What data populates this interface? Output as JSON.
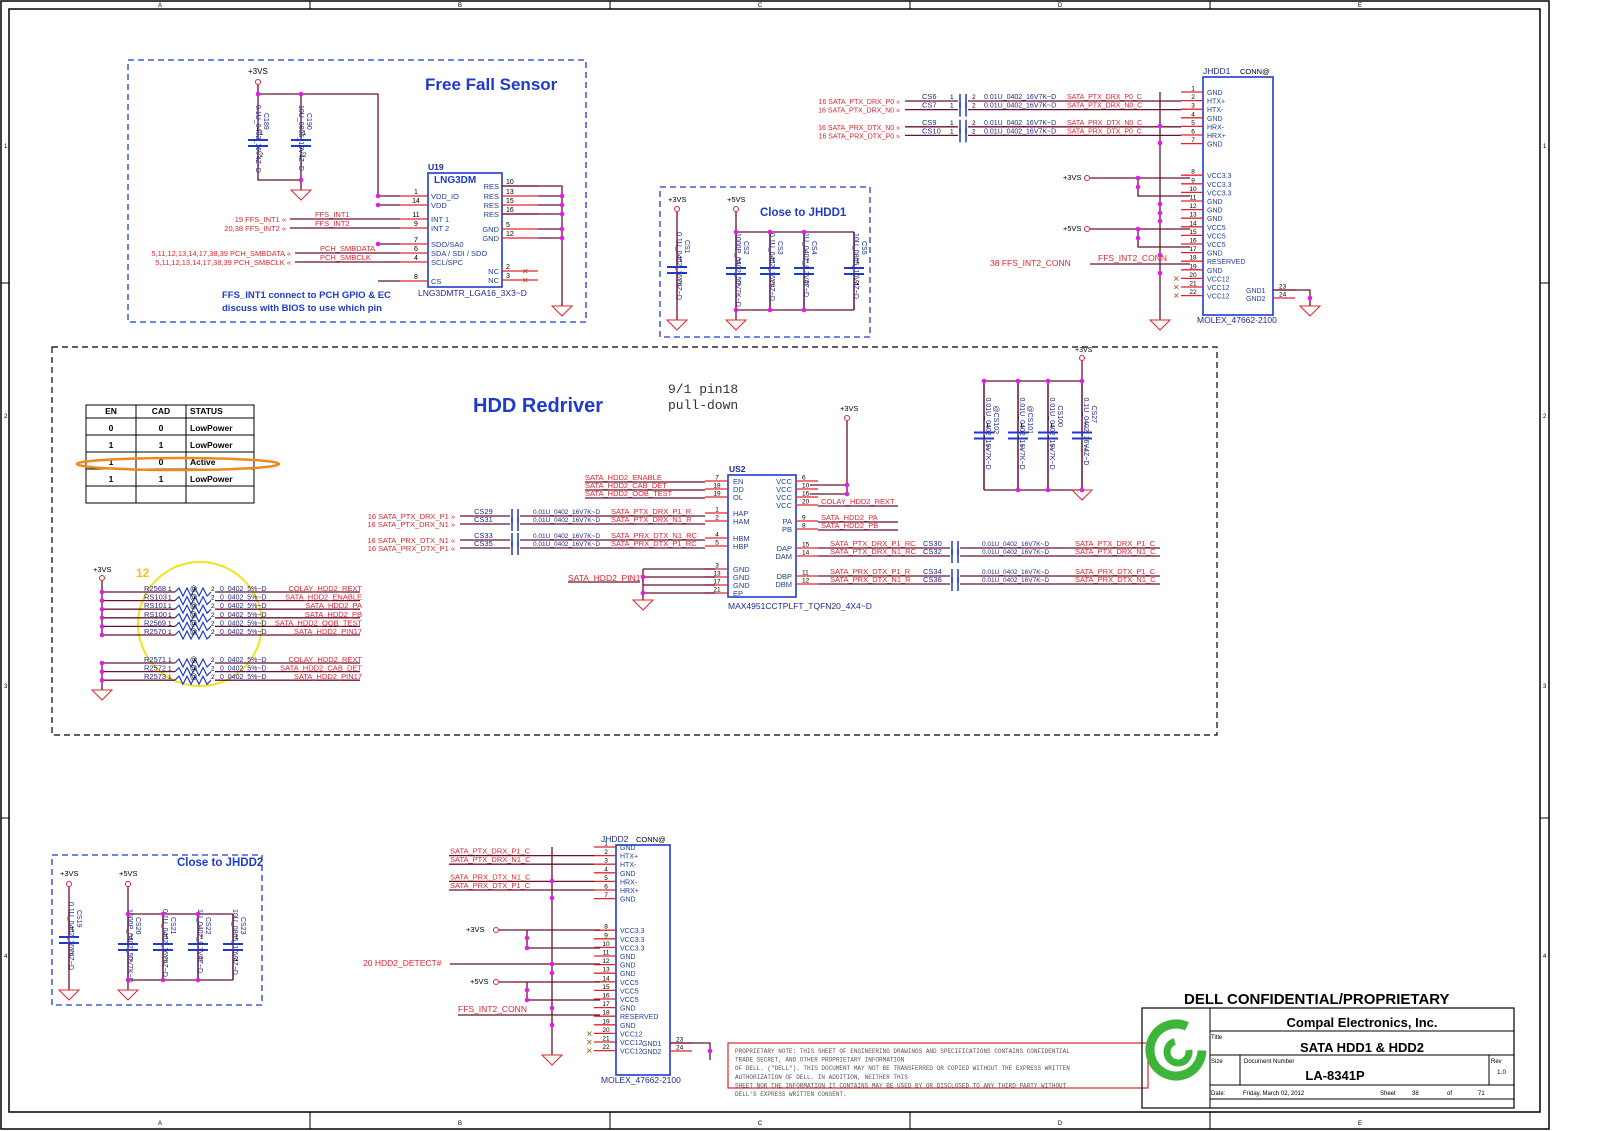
{
  "frame": {
    "col_labels": [
      "A",
      "B",
      "C",
      "D",
      "E"
    ],
    "row_labels": [
      "1",
      "2",
      "3",
      "4"
    ]
  },
  "free_fall": {
    "title": "Free Fall Sensor",
    "power": "+3VS",
    "note_line1": "FFS_INT1 connect to PCH GPIO & EC",
    "note_line2": "discuss with BIOS to use which pin",
    "caps": [
      {
        "ref": "C189",
        "value": "0.1U_0402_16V4Z~D"
      },
      {
        "ref": "C190",
        "value": "10U_0805_10V4Z~D"
      }
    ],
    "ic": {
      "ref": "U19",
      "name": "LNG3DM",
      "footprint": "LNG3DMTR_LGA16_3X3~D",
      "left_pins": [
        {
          "num": "1",
          "name": "VDD_IO"
        },
        {
          "num": "14",
          "name": "VDD"
        },
        {
          "num": "11",
          "name": "INT 1"
        },
        {
          "num": "9",
          "name": "INT 2"
        },
        {
          "num": "7",
          "name": "SDO/SA0"
        },
        {
          "num": "6",
          "name": "SDA / SDI / SDO"
        },
        {
          "num": "4",
          "name": "SCL/SPC"
        },
        {
          "num": "8",
          "name": "CS"
        }
      ],
      "right_pins": [
        {
          "num": "10",
          "name": "RES"
        },
        {
          "num": "13",
          "name": "RES"
        },
        {
          "num": "15",
          "name": "RES"
        },
        {
          "num": "16",
          "name": "RES"
        },
        {
          "num": "5",
          "name": "GND"
        },
        {
          "num": "12",
          "name": "GND"
        },
        {
          "num": "2",
          "name": "NC"
        },
        {
          "num": "3",
          "name": "NC"
        }
      ]
    },
    "nets": [
      {
        "page": "19",
        "name": "FFS_INT1",
        "wire": "FFS_INT1"
      },
      {
        "page": "20,38",
        "name": "FFS_INT2",
        "wire": "FFS_INT2"
      },
      {
        "page": "5,11,12,13,14,17,38,39",
        "name": "PCH_SMBDATA",
        "wire": "PCH_SMBDATA"
      },
      {
        "page": "5,11,12,13,14,17,38,39",
        "name": "PCH_SMBCLK",
        "wire": "PCH_SMBCLK"
      }
    ]
  },
  "close_jhdd1": {
    "title": "Close to JHDD1",
    "power3": "+3VS",
    "power5": "+5VS",
    "caps": [
      {
        "ref": "CS1",
        "value": "0.1U_0402_16V4Z~D"
      },
      {
        "ref": "CS2",
        "value": "1000P_0402_50V7K~D"
      },
      {
        "ref": "CS3",
        "value": "0.1U_0402_16V4Z~D"
      },
      {
        "ref": "CS4",
        "value": "1U_0402_6.3V4Z~D"
      },
      {
        "ref": "CS5",
        "value": "10U_0805_10V4Z~D"
      }
    ]
  },
  "jhdd1": {
    "ref": "JHDD1",
    "tag": "CONN@",
    "footprint": "MOLEX_47662-2100",
    "pins": [
      {
        "num": "1",
        "name": "GND"
      },
      {
        "num": "2",
        "name": "HTX+"
      },
      {
        "num": "3",
        "name": "HTX-"
      },
      {
        "num": "4",
        "name": "GND"
      },
      {
        "num": "5",
        "name": "HRX-"
      },
      {
        "num": "6",
        "name": "HRX+"
      },
      {
        "num": "7",
        "name": "GND"
      },
      {
        "num": "8",
        "name": "VCC3.3"
      },
      {
        "num": "9",
        "name": "VCC3.3"
      },
      {
        "num": "10",
        "name": "VCC3.3"
      },
      {
        "num": "11",
        "name": "GND"
      },
      {
        "num": "12",
        "name": "GND"
      },
      {
        "num": "13",
        "name": "GND"
      },
      {
        "num": "14",
        "name": "VCC5"
      },
      {
        "num": "15",
        "name": "VCC5"
      },
      {
        "num": "16",
        "name": "VCC5"
      },
      {
        "num": "17",
        "name": "GND"
      },
      {
        "num": "18",
        "name": "RESERVED"
      },
      {
        "num": "19",
        "name": "GND"
      },
      {
        "num": "20",
        "name": "VCC12"
      },
      {
        "num": "21",
        "name": "VCC12"
      },
      {
        "num": "22",
        "name": "VCC12"
      }
    ],
    "right_pins": [
      {
        "num": "23",
        "name": "GND1"
      },
      {
        "num": "24",
        "name": "GND2"
      }
    ],
    "power3": "+3VS",
    "power5": "+5VS",
    "sata_nets": [
      {
        "page": "16",
        "name": "SATA_PTX_DRX_P0",
        "cap": "CS6",
        "pin1": "1",
        "pin2": "2",
        "value": "0.01U_0402_16V7K~D",
        "out": "SATA_PTX_DRX_P0_C"
      },
      {
        "page": "16",
        "name": "SATA_PTX_DRX_N0",
        "cap": "CS7",
        "pin1": "1",
        "pin2": "2",
        "value": "0.01U_0402_16V7K~D",
        "out": "SATA_PTX_DRX_N0_C"
      },
      {
        "page": "16",
        "name": "SATA_PRX_DTX_N0",
        "cap": "CS9",
        "pin1": "1",
        "pin2": "2",
        "value": "0.01U_0402_16V7K~D",
        "out": "SATA_PRX_DTX_N0_C"
      },
      {
        "page": "16",
        "name": "SATA_PRX_DTX_P0",
        "cap": "CS10",
        "pin1": "1",
        "pin2": "2",
        "value": "0.01U_0402_16V7K~D",
        "out": "SATA_PRX_DTX_P0_C"
      }
    ],
    "ffs_page": "38",
    "ffs_net": "FFS_INT2_CONN",
    "ffs_wire": "FFS_INT2_CONN"
  },
  "redriver": {
    "title": "HDD Redriver",
    "note_line1": "9/1 pin18",
    "note_line2": "pull-down",
    "table": {
      "headers": [
        "EN",
        "CAD",
        "STATUS"
      ],
      "rows": [
        [
          "0",
          "0",
          "LowPower"
        ],
        [
          "1",
          "1",
          "LowPower"
        ],
        [
          "1",
          "0",
          "Active"
        ],
        [
          "1",
          "1",
          "LowPower"
        ],
        [
          "",
          "",
          ""
        ]
      ],
      "highlighted_row": 2
    },
    "power": "+3VS",
    "ic": {
      "ref": "US2",
      "footprint": "MAX4951CCTPLFT_TQFN20_4X4~D",
      "left_pins": [
        {
          "num": "7",
          "name": "EN"
        },
        {
          "num": "18",
          "name": "DD"
        },
        {
          "num": "19",
          "name": "OL"
        },
        {
          "num": "1",
          "name": "HAP"
        },
        {
          "num": "2",
          "name": "HAM"
        },
        {
          "num": "4",
          "name": "HBM"
        },
        {
          "num": "5",
          "name": "HBP"
        },
        {
          "num": "3",
          "name": "GND"
        },
        {
          "num": "13",
          "name": "GND"
        },
        {
          "num": "17",
          "name": "GND"
        },
        {
          "num": "21",
          "name": "EP"
        }
      ],
      "right_pins": [
        {
          "num": "6",
          "name": "VCC"
        },
        {
          "num": "10",
          "name": "VCC"
        },
        {
          "num": "16",
          "name": "VCC"
        },
        {
          "num": "20",
          "name": "VCC"
        },
        {
          "num": "9",
          "name": "PA"
        },
        {
          "num": "8",
          "name": "PB"
        },
        {
          "num": "15",
          "name": "DAP"
        },
        {
          "num": "14",
          "name": "DAM"
        },
        {
          "num": "11",
          "name": "DBP"
        },
        {
          "num": "12",
          "name": "DBM"
        }
      ]
    },
    "ctrl_nets": [
      "SATA_HDD2_ENABLE",
      "SATA_HDD2_CAB_DET",
      "SATA_HDD2_OOB_TEST"
    ],
    "pin17_net": "SATA_HDD2_PIN17",
    "right_nets": [
      "COLAY_HDD2_REXT",
      "SATA_HDD2_PA",
      "SATA_HDD2_PB"
    ],
    "input_nets": [
      {
        "page": "16",
        "name": "SATA_PTX_DRX_P1",
        "cap": "CS29",
        "value": "0.01U_0402_16V7K~D",
        "out": "SATA_PTX_DRX_P1_R"
      },
      {
        "page": "16",
        "name": "SATA_PTX_DRX_N1",
        "cap": "CS31",
        "value": "0.01U_0402_16V7K~D",
        "out": "SATA_PTX_DRX_N1_R"
      },
      {
        "page": "16",
        "name": "SATA_PRX_DTX_N1",
        "cap": "CS33",
        "value": "0.01U_0402_16V7K~D",
        "out": "SATA_PRX_DTX_N1_RC"
      },
      {
        "page": "16",
        "name": "SATA_PRX_DTX_P1",
        "cap": "CS35",
        "value": "0.01U_0402_16V7K~D",
        "out": "SATA_PRX_DTX_P1_RC"
      }
    ],
    "output_nets": [
      {
        "in": "SATA_PTX_DRX_P1_RC",
        "cap": "CS30",
        "value": "0.01U_0402_16V7K~D",
        "out": "SATA_PTX_DRX_P1_C"
      },
      {
        "in": "SATA_PTX_DRX_N1_RC",
        "cap": "CS32",
        "value": "0.01U_0402_16V7K~D",
        "out": "SATA_PTX_DRX_N1_C"
      },
      {
        "in": "SATA_PRX_DTX_P1_R",
        "cap": "CS34",
        "value": "0.01U_0402_16V7K~D",
        "out": "SATA_PRX_DTX_P1_C"
      },
      {
        "in": "SATA_PRX_DTX_N1_R",
        "cap": "CS36",
        "value": "0.01U_0402_16V7K~D",
        "out": "SATA_PRX_DTX_N1_C"
      }
    ],
    "decoupling": [
      {
        "ref": "CS102",
        "value": "0.01U_0402_16V7K~D",
        "at": true
      },
      {
        "ref": "CS101",
        "value": "0.01U_0402_16V7K~D",
        "at": true
      },
      {
        "ref": "CS100",
        "value": "0.01U_0402_16V7K~D",
        "at": false
      },
      {
        "ref": "CS27",
        "value": "0.1U_0402_16V4Z~D",
        "at": false
      }
    ],
    "annotation_number": "12",
    "pullups": [
      {
        "ref": "R2568",
        "value": "0_0402_5%~D",
        "net": "COLAY_HDD2_REXT"
      },
      {
        "ref": "RS103",
        "value": "0_0402_5%~D",
        "net": "SATA_HDD2_ENABLE"
      },
      {
        "ref": "RS101",
        "value": "0_0402_5%~D",
        "net": "SATA_HDD2_PA"
      },
      {
        "ref": "RS100",
        "value": "0_0402_5%~D",
        "net": "SATA_HDD2_PB"
      },
      {
        "ref": "R2569",
        "value": "0_0402_5%~D",
        "net": "SATA_HDD2_OOB_TEST"
      },
      {
        "ref": "R2570",
        "value": "0_0402_5%~D",
        "net": "SATA_HDD2_PIN17"
      }
    ],
    "pulldowns": [
      {
        "ref": "R2571",
        "value": "0_0402_5%~D",
        "net": "COLAY_HDD2_REXT"
      },
      {
        "ref": "R2572",
        "value": "0_0402_5%~D",
        "net": "SATA_HDD2_CAB_DET"
      },
      {
        "ref": "R2573",
        "value": "0_0402_5%~D",
        "net": "SATA_HDD2_PIN17"
      }
    ]
  },
  "close_jhdd2": {
    "title": "Close to JHDD2",
    "power3": "+3VS",
    "power5": "+5VS",
    "caps": [
      {
        "ref": "CS19",
        "value": "0.1U_0402_16V4Z~D"
      },
      {
        "ref": "CS20",
        "value": "1000P_0402_50V7K~D"
      },
      {
        "ref": "CS21",
        "value": "0.1U_0402_16V4Z~D"
      },
      {
        "ref": "CS22",
        "value": "1U_0402_6.3V4Z~D"
      },
      {
        "ref": "CS23",
        "value": "10U_0805_10V4Z~D"
      }
    ]
  },
  "jhdd2": {
    "ref": "JHDD2",
    "tag": "CONN@",
    "footprint": "MOLEX_47662-2100",
    "pins": [
      {
        "num": "1",
        "name": "GND"
      },
      {
        "num": "2",
        "name": "HTX+"
      },
      {
        "num": "3",
        "name": "HTX-"
      },
      {
        "num": "4",
        "name": "GND"
      },
      {
        "num": "5",
        "name": "HRX-"
      },
      {
        "num": "6",
        "name": "HRX+"
      },
      {
        "num": "7",
        "name": "GND"
      },
      {
        "num": "8",
        "name": "VCC3.3"
      },
      {
        "num": "9",
        "name": "VCC3.3"
      },
      {
        "num": "10",
        "name": "VCC3.3"
      },
      {
        "num": "11",
        "name": "GND"
      },
      {
        "num": "12",
        "name": "GND"
      },
      {
        "num": "13",
        "name": "GND"
      },
      {
        "num": "14",
        "name": "VCC5"
      },
      {
        "num": "15",
        "name": "VCC5"
      },
      {
        "num": "16",
        "name": "VCC5"
      },
      {
        "num": "17",
        "name": "GND"
      },
      {
        "num": "18",
        "name": "RESERVED"
      },
      {
        "num": "19",
        "name": "GND"
      },
      {
        "num": "20",
        "name": "VCC12"
      },
      {
        "num": "21",
        "name": "VCC12"
      },
      {
        "num": "22",
        "name": "VCC12"
      }
    ],
    "right_pins": [
      {
        "num": "23",
        "name": "GND1"
      },
      {
        "num": "24",
        "name": "GND2"
      }
    ],
    "sata_nets": [
      "SATA_PTX_DRX_P1_C",
      "SATA_PTX_DRX_N1_C",
      "SATA_PRX_DTX_N1_C",
      "SATA_PRX_DTX_P1_C"
    ],
    "power3": "+3VS",
    "power5": "+5VS",
    "detect_page": "20",
    "detect_net": "HDD2_DETECT#",
    "ffs_net": "FFS_INT2_CONN"
  },
  "proprietary_note": [
    "PROPRIETARY NOTE: THIS SHEET OF ENGINEERING DRAWINGS AND SPECIFICATIONS CONTAINS CONFIDENTIAL",
    "TRADE SECRET, AND OTHER PROPRIETARY INFORMATION",
    "OF DELL. (\"DELL\"). THIS DOCUMENT MAY NOT BE TRANSFERRED OR COPIED WITHOUT THE EXPRESS WRITTEN",
    "AUTHORIZATION OF DELL. IN ADDITION, NEITHER THIS",
    "SHEET NOR THE INFORMATION IT CONTAINS MAY BE USED BY OR DISCLOSED TO ANY THIRD PARTY WITHOUT",
    "DELL'S EXPRESS WRITTEN CONSENT."
  ],
  "title_block": {
    "confidential": "DELL CONFIDENTIAL/PROPRIETARY",
    "company": "Compal Electronics, Inc.",
    "title_label": "Title",
    "title": "SATA HDD1 & HDD2",
    "size_label": "Size",
    "docnum_label": "Document Number",
    "docnum": "LA-8341P",
    "rev_label": "Rev",
    "rev": "1.0",
    "date_label": "Date:",
    "date": "Friday, March 02, 2012",
    "sheet_label": "Sheet",
    "sheet": "38",
    "of_label": "of",
    "total": "71",
    "logo_color": "#3db53a"
  }
}
